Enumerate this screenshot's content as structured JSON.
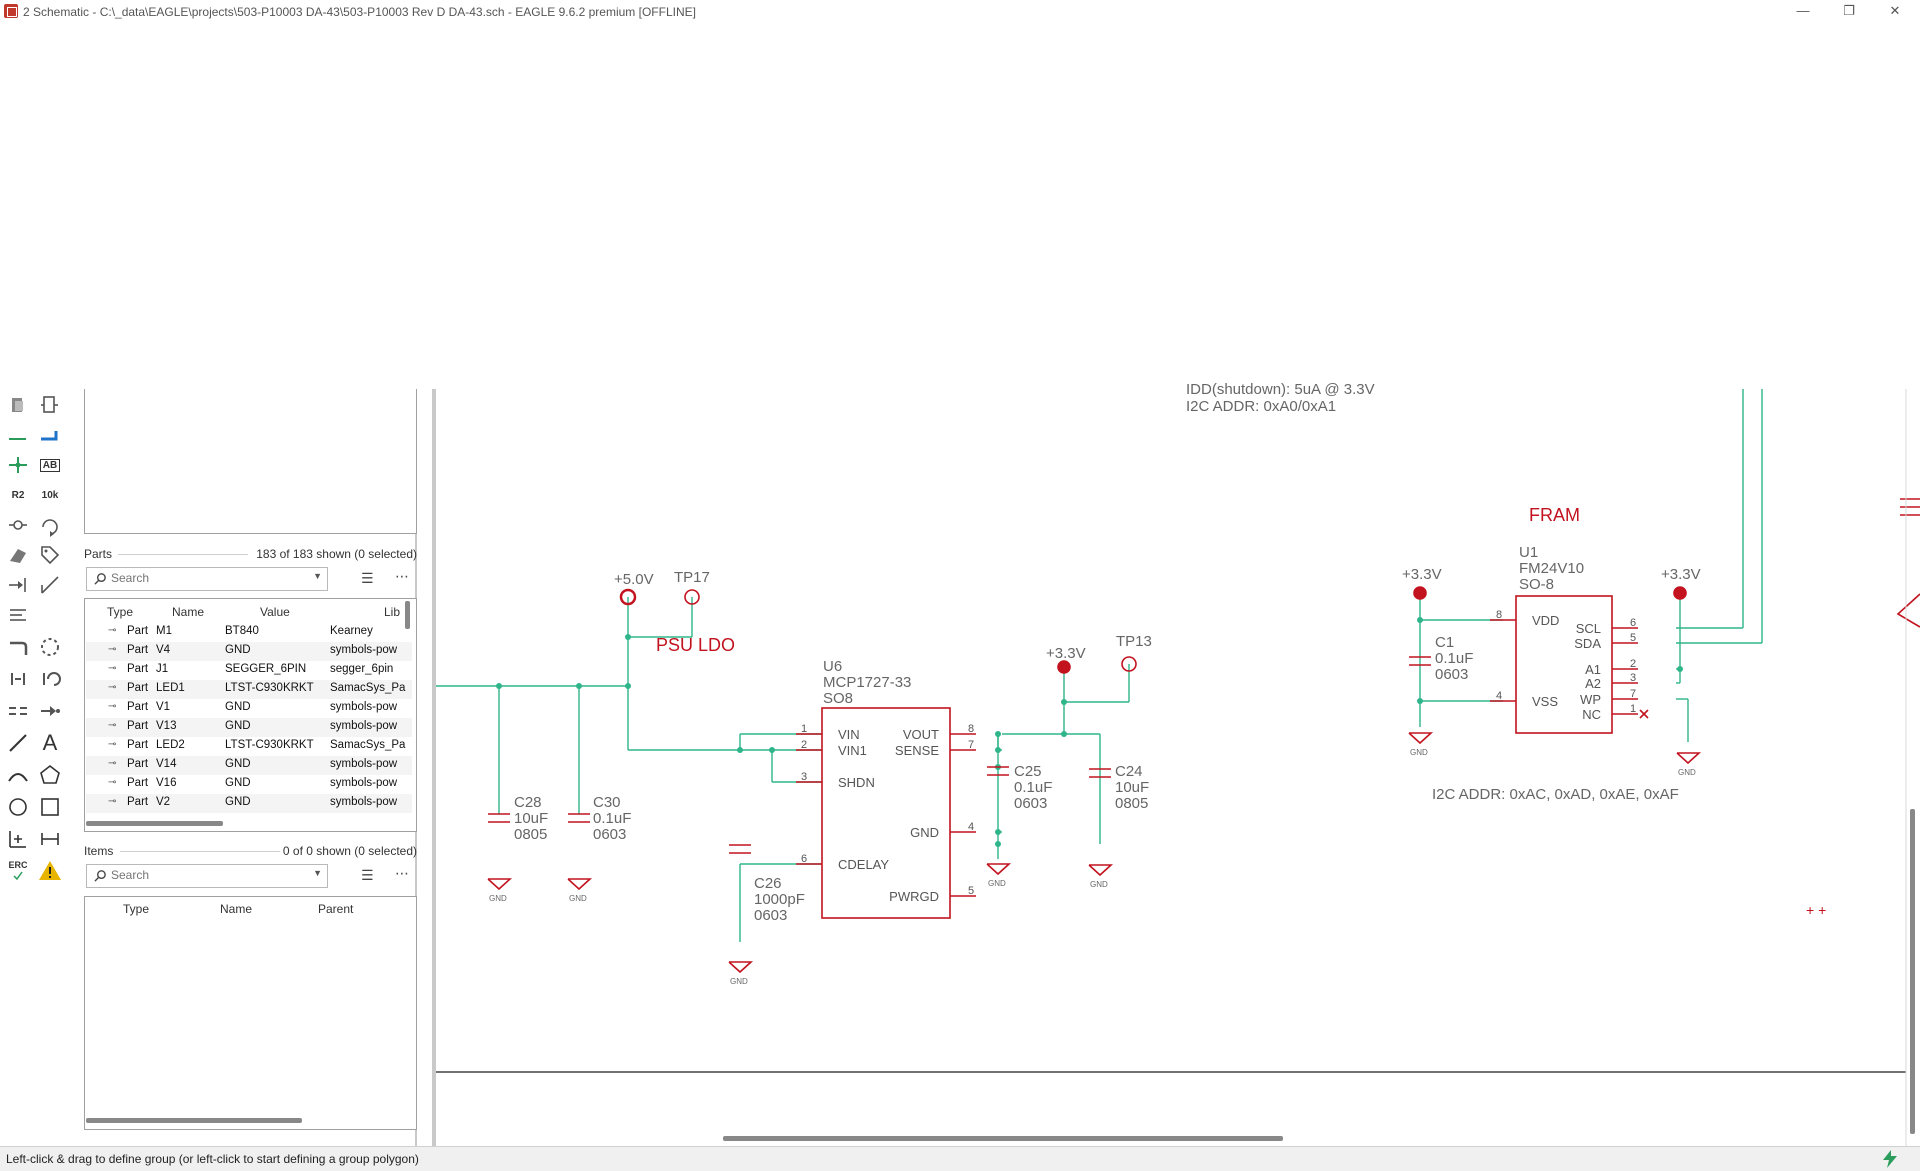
{
  "window": {
    "title": "2 Schematic - C:\\_data\\EAGLE\\projects\\503-P10003 DA-43\\503-P10003 Rev D DA-43.sch - EAGLE 9.6.2 premium [OFFLINE]",
    "minimize": "—",
    "restore": "❐",
    "close": "✕"
  },
  "panel": {
    "parts": {
      "label": "Parts",
      "count": "183 of 183 shown (0 selected)",
      "search_placeholder": "Search",
      "columns": [
        "Type",
        "Name",
        "Value",
        "Lib"
      ],
      "rows": [
        {
          "type": "Part",
          "name": "M1",
          "value": "BT840",
          "lib": "Kearney"
        },
        {
          "type": "Part",
          "name": "V4",
          "value": "GND",
          "lib": "symbols-pow"
        },
        {
          "type": "Part",
          "name": "J1",
          "value": "SEGGER_6PIN",
          "lib": "segger_6pin"
        },
        {
          "type": "Part",
          "name": "LED1",
          "value": "LTST-C930KRKT",
          "lib": "SamacSys_Pa"
        },
        {
          "type": "Part",
          "name": "V1",
          "value": "GND",
          "lib": "symbols-pow"
        },
        {
          "type": "Part",
          "name": "V13",
          "value": "GND",
          "lib": "symbols-pow"
        },
        {
          "type": "Part",
          "name": "LED2",
          "value": "LTST-C930KRKT",
          "lib": "SamacSys_Pa"
        },
        {
          "type": "Part",
          "name": "V14",
          "value": "GND",
          "lib": "symbols-pow"
        },
        {
          "type": "Part",
          "name": "V16",
          "value": "GND",
          "lib": "symbols-pow"
        },
        {
          "type": "Part",
          "name": "V2",
          "value": "GND",
          "lib": "symbols-pow"
        }
      ]
    },
    "items": {
      "label": "Items",
      "count": "0 of 0 shown (0 selected)",
      "search_placeholder": "Search",
      "columns": [
        "Type",
        "Name",
        "Parent"
      ]
    }
  },
  "toolbar": {
    "r2_label": "R2",
    "r2_value": "10k",
    "ab_label": "AB",
    "erc_label": "ERC",
    "text_tool": "A"
  },
  "schematic": {
    "labels": {
      "psu_title": "PSU LDO",
      "fram_title": "FRAM",
      "idd_note": "IDD(shutdown): 5uA @ 3.3V",
      "i2c_addr_top": "I2C ADDR: 0xA0/0xA1",
      "i2c_addr_bottom": "I2C ADDR: 0xAC, 0xAD, 0xAE, 0xAF",
      "plus_marks": "+ +"
    },
    "supplies": {
      "v5": "+5.0V",
      "v33_psu": "+3.3V",
      "v33_fram_left": "+3.3V",
      "v33_fram_right": "+3.3V",
      "gnd": "GND"
    },
    "testpoints": {
      "tp17": "TP17",
      "tp13": "TP13"
    },
    "u6": {
      "name": "U6",
      "value": "MCP1727-33",
      "package": "SO8",
      "pins_left": [
        "VIN",
        "VIN1",
        "SHDN",
        "CDELAY"
      ],
      "pins_right": [
        "VOUT",
        "SENSE",
        "GND",
        "PWRGD"
      ],
      "pin_numbers_left": [
        "1",
        "2",
        "3",
        "6"
      ],
      "pin_numbers_right": [
        "8",
        "7",
        "4",
        "5"
      ]
    },
    "u1": {
      "name": "U1",
      "value": "FM24V10",
      "package": "SO-8",
      "pins_left": [
        "VDD",
        "VSS"
      ],
      "pins_right": [
        "SCL",
        "SDA",
        "A1",
        "A2",
        "WP",
        "NC"
      ],
      "pin_numbers_left": [
        "8",
        "4"
      ],
      "pin_numbers_right": [
        "6",
        "5",
        "2",
        "3",
        "7",
        "1"
      ]
    },
    "capacitors": [
      {
        "name": "C28",
        "value": "10uF",
        "package": "0805"
      },
      {
        "name": "C30",
        "value": "0.1uF",
        "package": "0603"
      },
      {
        "name": "C26",
        "value": "1000pF",
        "package": "0603"
      },
      {
        "name": "C25",
        "value": "0.1uF",
        "package": "0603"
      },
      {
        "name": "C24",
        "value": "10uF",
        "package": "0805"
      },
      {
        "name": "C1",
        "value": "0.1uF",
        "package": "0603"
      }
    ]
  },
  "status": {
    "message": "Left-click & drag to define group (or left-click to start defining a group polygon)"
  },
  "colors": {
    "symbol": "#c2131f",
    "net": "#2fb58a",
    "text": "#666666"
  }
}
